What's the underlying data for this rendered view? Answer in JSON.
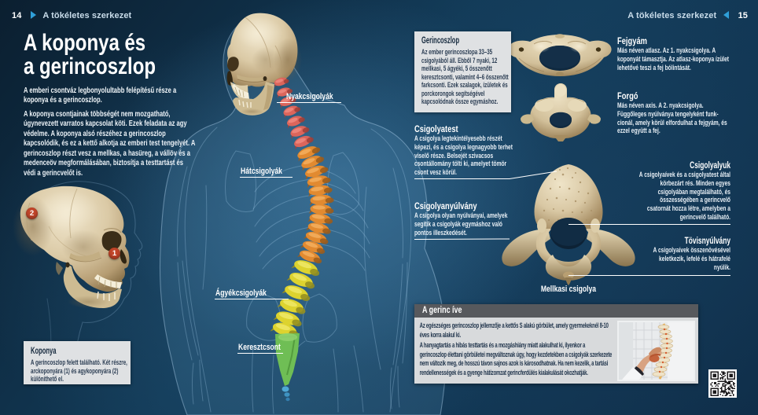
{
  "header": {
    "left": {
      "page": "14",
      "section": "A tökéletes szerkezet"
    },
    "right": {
      "page": "15",
      "section": "A tökéletes szerkezet"
    }
  },
  "intro": {
    "title_line1": "A koponya és",
    "title_line2": "a gerincoszlop",
    "lead": "A emberi csontváz legbonyolultabb felépítésű része a koponya és a gerincoszlop.",
    "body": "A koponya csontjainak többségét nem mozgatható, úgynevezett varratos kapcsolat köti. Ezek feladata az agy védelme. A koponya alsó részéhez a gerincoszlop kapcsolódik, és ez a kettő alkotja az emberi test tengelyét. A gerincoszlop részt vesz a mellkas, a hasüreg, a vállöv és a medenceöv megformálásában, biztosítja a testtartást és védi a gerincvelőt is."
  },
  "spine_labels": {
    "cervical": "Nyakcsigolyák",
    "thoracic": "Hátcsigolyák",
    "lumbar": "Ágyékcsigolyák",
    "sacrum": "Keresztcsont"
  },
  "skull_box": {
    "title": "Koponya",
    "text": "A gerincoszlop felett található. Két részre, arckoponyára (1) és agy­koponyára (2) különíthető el."
  },
  "skull_markers": {
    "facial": "1",
    "cranial": "2"
  },
  "spine_box": {
    "title": "Gerincoszlop",
    "text": "Az ember gerincoszlopa 33–35 csigolyából áll. Ebből 7 nyaki, 12 mellkasi, 5 ágyéki, 5 össze­nőtt keresztcsonti, valamint 4–6 összenőtt farkcsonti. Ezek szala­gok, ízületek és porckorongok segítségével kapcsolódnak össze egymáshoz."
  },
  "annotations": {
    "csigolyatest": {
      "title": "Csigolyatest",
      "text": "A csigolya legtekintélyesebb részét képezi, és a csigolya legnagyobb terhet viselő része. Belsejét szivacsos csontállomány tölti ki, amelyet tömör csont vesz körül."
    },
    "csigolyanyulvany": {
      "title": "Csigolyanyúlvány",
      "text": "A csigolya olyan nyúlványai, amelyek segítik a csigolyák egymáshoz való pontos illeszkedését."
    },
    "fejgyam": {
      "title": "Fejgyám",
      "text": "Más néven atlasz. Az 1. nyakcsigolya. A koponyát támasztja. Az atlasz-koponya ízület lehetővé teszi a fej bólintását."
    },
    "forgo": {
      "title": "Forgó",
      "text": "Más néven axis. A 2. nyakcsigolya. Függőleges nyúlványa tengelyként funk­cionál, amely körül elfordulhat a fejgyám, és ezzel együtt a fej."
    },
    "csigolyalyuk": {
      "title": "Csigolyalyuk",
      "text": "A csigolyaívek és a csigolyatest által körbezárt rés. Minden egyes csigolyában megtalálható, és összességében a gerincvelő csatornát hozza létre, amelyben a gerincvelő található."
    },
    "tovisnyulvany": {
      "title": "Tövisnyúlvány",
      "text": "A csigolyaívek össze­növésével keletkezik, lefelé és hátrafelé nyúlik."
    }
  },
  "vertebra_caption": "Mellkasi csigolya",
  "arch_box": {
    "title": "A gerinc íve",
    "p1": "Az egészséges gerincoszlop jellemzője a kettős S alakú görbület, amely gyermekeknél 8-10 éves korra alakul ki.",
    "p2": "A hanyagtartás a hibás testtartás és a mozgáshiány miatt alakulhat ki, ilyenkor a gerincoszlop élettani görbületei megváltoznak úgy, hogy kez­detekben a csigolyák szerkezete nem változik meg, de hosszú távon sajnos azok is károsodhatnak. Ha nem kezelik, a tartási rendellenes­ségek és a gyenge hátizomzat gerincferdülés kialakulását okozhatják."
  },
  "colors": {
    "background_dark": "#0b2033",
    "background_mid": "#1c4c6e",
    "accent_blue": "#2f9fd8",
    "cervical_red": "#d96057",
    "thoracic_orange": "#e28a30",
    "lumbar_yellow": "#ddd32f",
    "sacrum_green": "#6fbe55",
    "coccyx_blue": "#4fa8d6",
    "marker_red": "#bf4228",
    "box_gray": "#dfe1e3",
    "box_header_gray": "#57595d"
  }
}
